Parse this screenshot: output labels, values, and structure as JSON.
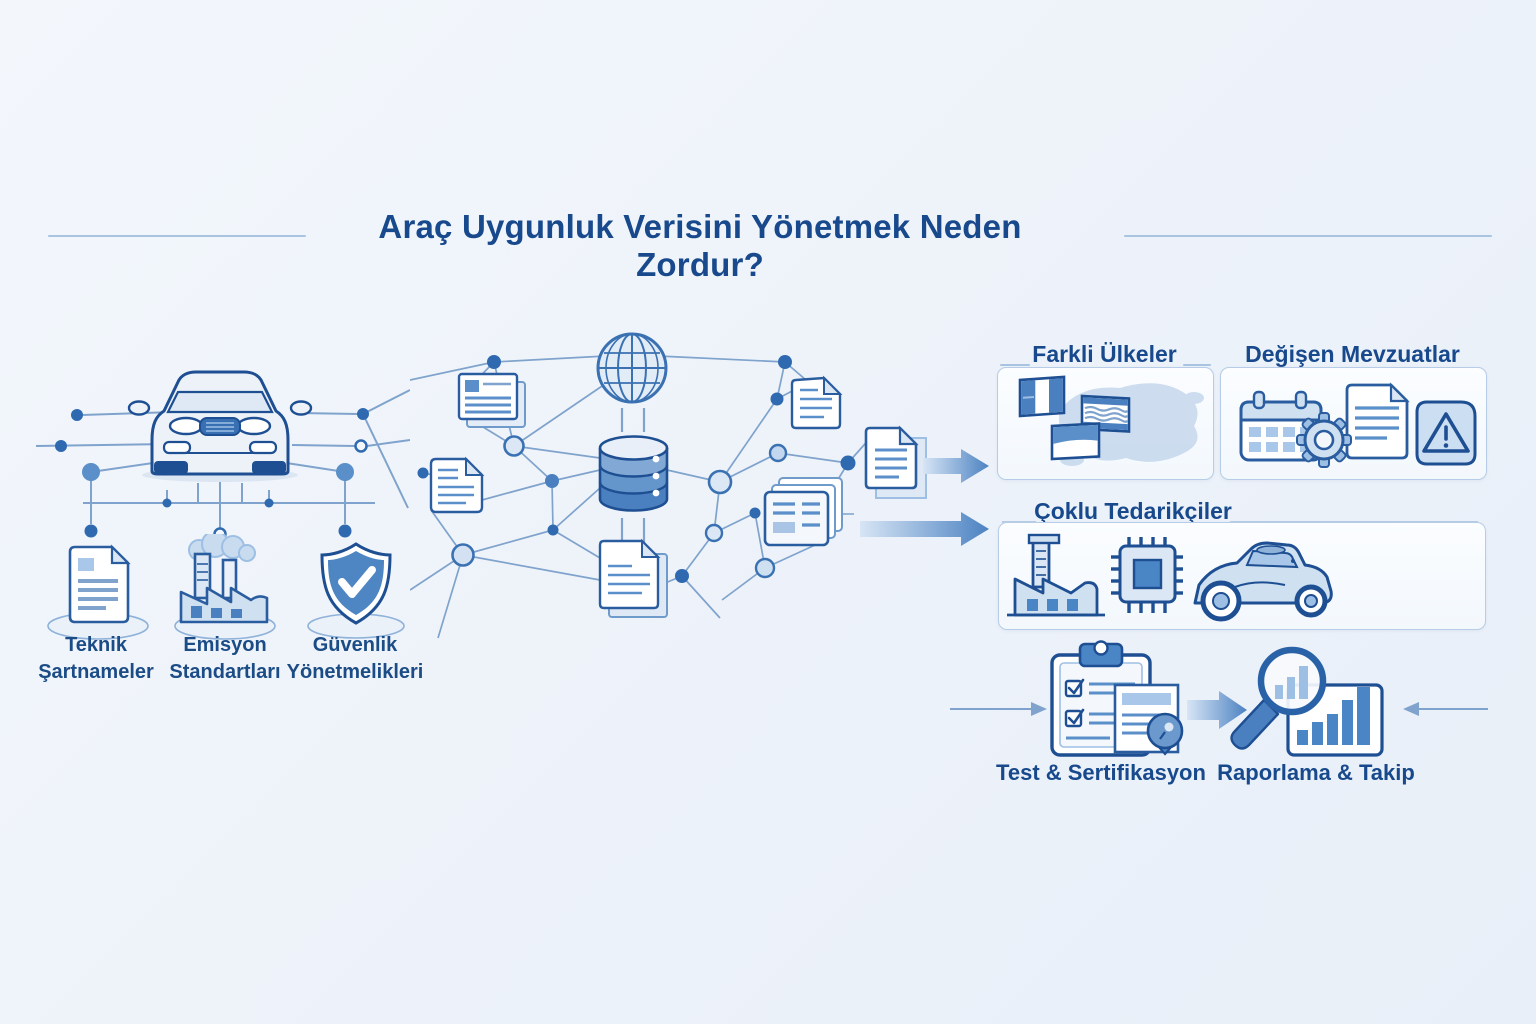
{
  "title": "Araç Uygunluk Verisini Yönetmek Neden Zordur?",
  "colors": {
    "heading_blue": "#17498c",
    "outline_blue": "#1e4f93",
    "mid_blue": "#4a80c0",
    "line_blue": "#7fa3cc",
    "light_fill": "#dbe7f5",
    "background": "#eef3fa"
  },
  "left_sources": {
    "items": [
      {
        "icon": "document-icon",
        "line1": "Teknik",
        "line2": "Şartnameler"
      },
      {
        "icon": "factory-icon",
        "line1": "Emisyon",
        "line2": "Standartları"
      },
      {
        "icon": "shield-check-icon",
        "line1": "Güvenlik",
        "line2": "Yönetmelikleri"
      }
    ]
  },
  "network": {
    "center_icons": [
      "globe-icon",
      "database-icon",
      "document-icon"
    ]
  },
  "challenge_boxes": {
    "countries": {
      "label": "Farkli Ülkeler",
      "icons": [
        "flags-icon",
        "world-map-icon"
      ]
    },
    "regulations": {
      "label": "Değişen Mevzuatlar",
      "icons": [
        "calendar-icon",
        "gear-icon",
        "document-icon",
        "warning-triangle-icon"
      ]
    },
    "suppliers": {
      "label": "Çoklu Tedarikçiler",
      "icons": [
        "factory-icon",
        "chip-icon",
        "car-side-icon"
      ]
    }
  },
  "process_steps": {
    "test": {
      "label": "Test & Sertifikasyon",
      "icon": "clipboard-certificate-icon"
    },
    "reporting": {
      "label": "Raporlama & Takip",
      "icon": "magnifier-chart-icon"
    }
  }
}
